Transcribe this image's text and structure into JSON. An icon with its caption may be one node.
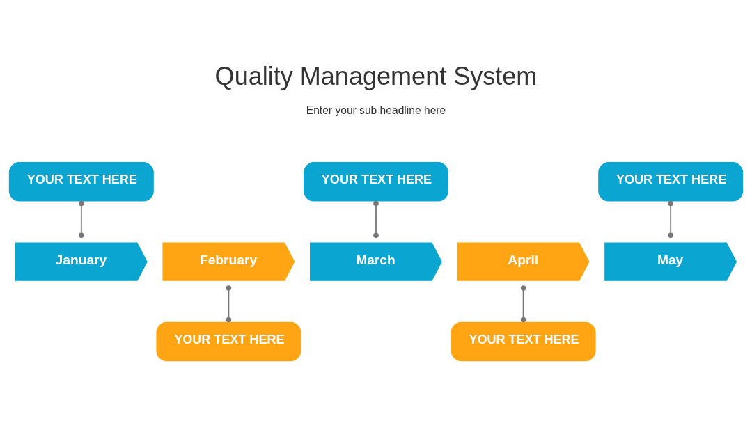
{
  "diagram": {
    "title": "Quality Management System",
    "nodes": [
      {
        "text": [
          "YOUR TEXT HERE"
        ]
      },
      {
        "text": [
          "YOUR TEXT HERE"
        ]
      },
      {
        "text": [
          "YOUR TEXT HERE"
        ]
      },
      {
        "text": [
          "January"
        ]
      },
      {
        "text": [
          "February"
        ]
      },
      {
        "text": [
          "March"
        ]
      },
      {
        "text": [
          "April"
        ]
      },
      {
        "text": [
          "May"
        ]
      },
      {
        "text": [
          "YOUR TEXT HERE"
        ]
      },
      {
        "text": [
          "YOUR TEXT HERE"
        ]
      }
    ],
    "edges": [
      {
        "from": 0,
        "to": 3,
        "arrow": "other"
      },
      {
        "from": 4,
        "to": 8,
        "arrow": "other"
      },
      {
        "from": 1,
        "to": 5,
        "arrow": "other"
      },
      {
        "from": 6,
        "to": 9,
        "arrow": "other"
      },
      {
        "from": 2,
        "to": 7,
        "arrow": "other"
      }
    ],
    "labels": [
      "Enter your sub headline here"
    ]
  }
}
